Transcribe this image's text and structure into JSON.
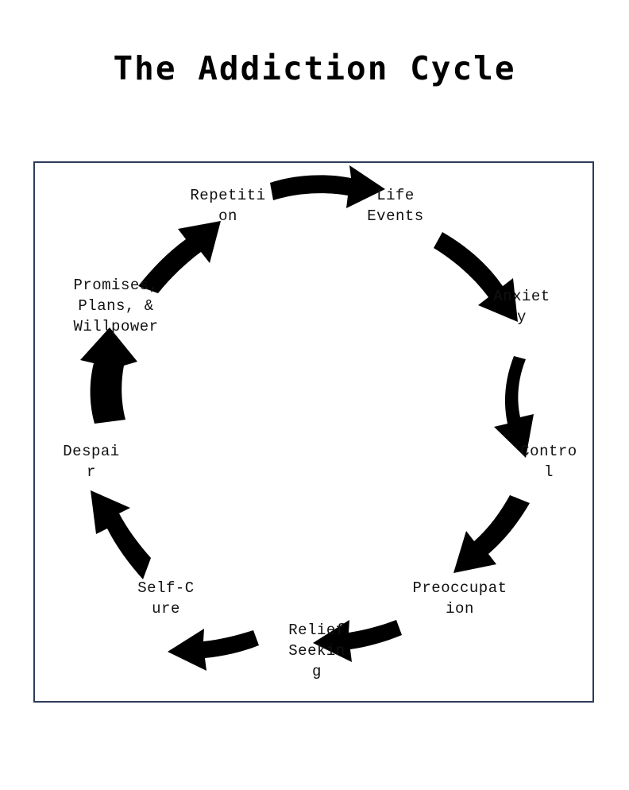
{
  "page": {
    "title": "The Addiction Cycle",
    "background_color": "#ffffff",
    "text_color": "#111111"
  },
  "diagram": {
    "type": "cycle-diagram",
    "frame_border_color": "#2c3c5a",
    "arrow_color": "#000000",
    "direction": "clockwise",
    "nodes": [
      {
        "id": "repetition",
        "label": "Repetiti\non",
        "full_label": "Repetition",
        "angle_deg": 250
      },
      {
        "id": "life-events",
        "label": "Life\nEvents",
        "full_label": "Life Events",
        "angle_deg": 290
      },
      {
        "id": "anxiety",
        "label": "Anxiet\ny",
        "full_label": "Anxiety",
        "angle_deg": 330
      },
      {
        "id": "control",
        "label": "Contro\nl",
        "full_label": "Control",
        "angle_deg": 10
      },
      {
        "id": "preoccupation",
        "label": "Preoccupat\nion",
        "full_label": "Preoccupation",
        "angle_deg": 50
      },
      {
        "id": "relief-seeking",
        "label": "Relief\nSeekin\ng",
        "full_label": "Relief Seeking",
        "angle_deg": 90
      },
      {
        "id": "self-cure",
        "label": "Self-C\nure",
        "full_label": "Self-Cure",
        "angle_deg": 130
      },
      {
        "id": "despair",
        "label": "Despai\nr",
        "full_label": "Despair",
        "angle_deg": 170
      },
      {
        "id": "promises",
        "label": "Promises,\nPlans, &\nWillpower",
        "full_label": "Promises, Plans, & Willpower",
        "angle_deg": 210
      }
    ],
    "arrows": [
      {
        "from": "repetition",
        "to": "life-events"
      },
      {
        "from": "life-events",
        "to": "anxiety"
      },
      {
        "from": "anxiety",
        "to": "control"
      },
      {
        "from": "control",
        "to": "preoccupation"
      },
      {
        "from": "preoccupation",
        "to": "relief-seeking"
      },
      {
        "from": "relief-seeking",
        "to": "self-cure"
      },
      {
        "from": "self-cure",
        "to": "despair"
      },
      {
        "from": "despair",
        "to": "promises"
      },
      {
        "from": "promises",
        "to": "repetition"
      }
    ]
  }
}
